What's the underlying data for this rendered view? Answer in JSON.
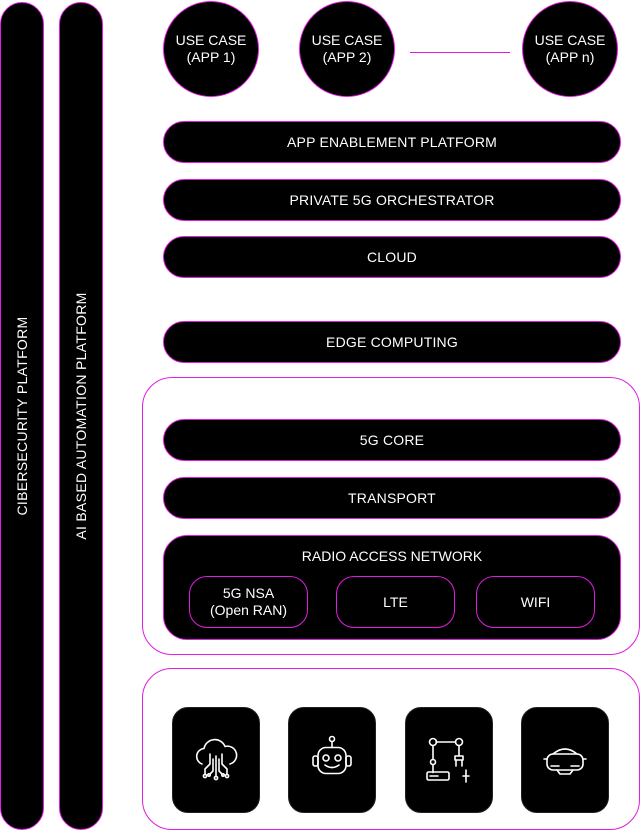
{
  "colors": {
    "accent": "#e21ce0",
    "fill": "#000000",
    "text": "#ffffff",
    "background": "#ffffff"
  },
  "side_platforms": {
    "cybersecurity": "CIBERSECURITY PLATFORM",
    "ai_automation": "AI BASED AUTOMATION PLATFORM"
  },
  "use_cases": [
    {
      "line1": "USE CASE",
      "line2": "(APP 1)"
    },
    {
      "line1": "USE CASE",
      "line2": "(APP 2)"
    },
    {
      "line1": "USE CASE",
      "line2": "(APP n)"
    }
  ],
  "layers": {
    "app_enablement": "APP ENABLEMENT PLATFORM",
    "orchestrator": "PRIVATE 5G ORCHESTRATOR",
    "cloud": "CLOUD",
    "edge": "EDGE COMPUTING",
    "core": "5G CORE",
    "transport": "TRANSPORT"
  },
  "ran": {
    "title": "RADIO ACCESS NETWORK",
    "nsa_line1": "5G NSA",
    "nsa_line2": "(Open RAN)",
    "lte": "LTE",
    "wifi": "WIFI"
  },
  "devices": {
    "icons": [
      "cloud-circuit-icon",
      "robot-head-icon",
      "robotic-arm-icon",
      "vr-headset-icon"
    ]
  }
}
